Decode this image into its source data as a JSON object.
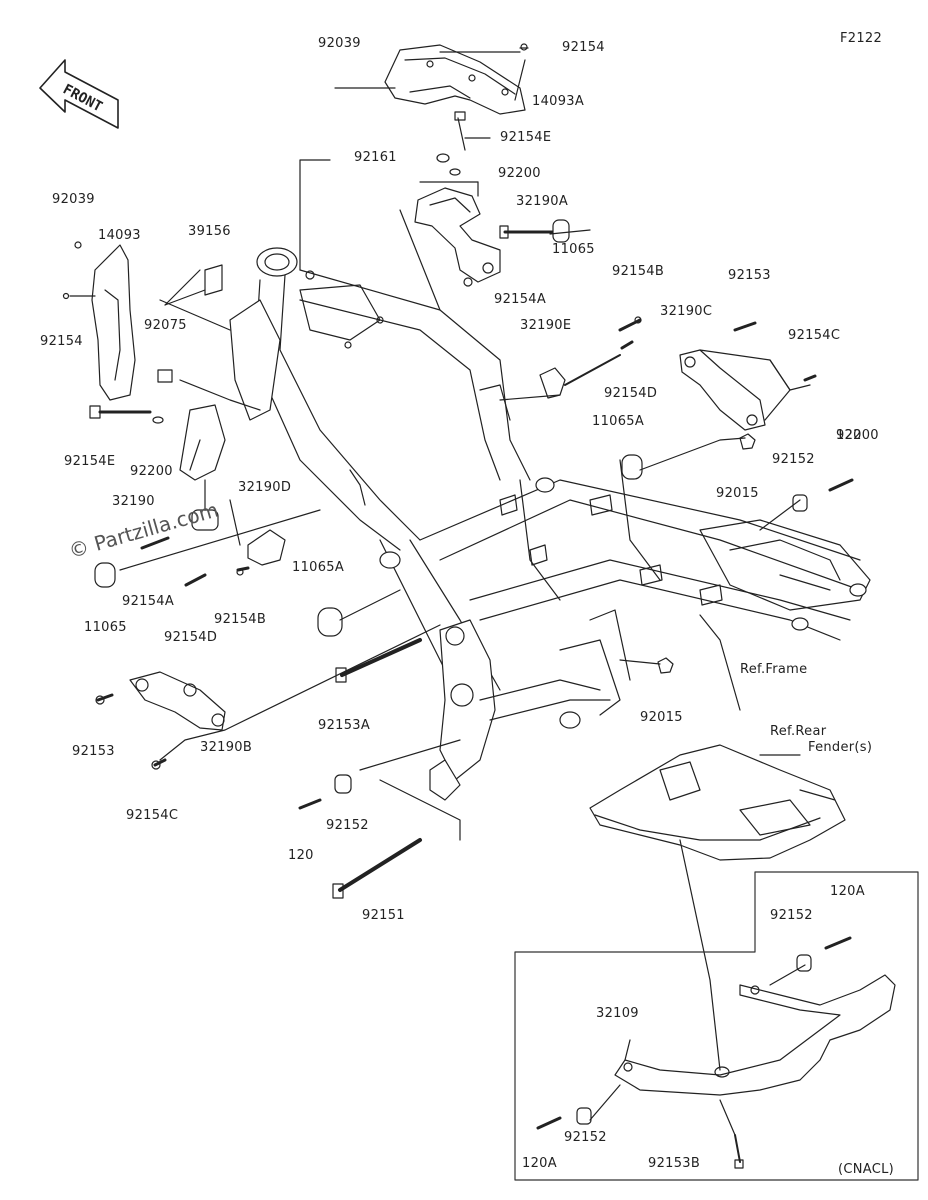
{
  "diagram_code": "F2122",
  "watermark": "© Partzilla.com",
  "front_label": "FRONT",
  "inset_label": "(CNACL)",
  "ref_frame": "Ref.Frame",
  "ref_rear_line1": "Ref.Rear",
  "ref_rear_line2": "Fender(s)",
  "labels": {
    "l1": "92039",
    "l2": "92154",
    "l3": "14093A",
    "l4": "92154E",
    "l5": "92161",
    "l6": "92200",
    "l7": "32190A",
    "l8": "92039",
    "l9": "14093",
    "l10": "39156",
    "l11": "11065",
    "l12": "92154B",
    "l13": "92153",
    "l14": "92154A",
    "l15": "92154",
    "l16": "92075",
    "l17": "32190E",
    "l18": "32190C",
    "l19": "92154C",
    "l20": "92154D",
    "l21": "11065A",
    "l22": "92154E",
    "l23": "92200",
    "l24": "120",
    "l25": "32190",
    "l26": "32190D",
    "l27": "92152",
    "l28": "92015",
    "l29": "11065A",
    "l30": "11065",
    "l31": "92154A",
    "l32": "92154D",
    "l33": "92154B",
    "l34": "92153A",
    "l35": "92015",
    "l36": "92153",
    "l37": "32190B",
    "l38": "92154C",
    "l39": "120",
    "l40": "92152",
    "l41": "92151",
    "l42": "120A",
    "l43": "92152",
    "l44": "32109",
    "l45": "120A",
    "l46": "92152",
    "l47": "92153B"
  },
  "colors": {
    "line": "#222222",
    "bg": "#ffffff"
  }
}
